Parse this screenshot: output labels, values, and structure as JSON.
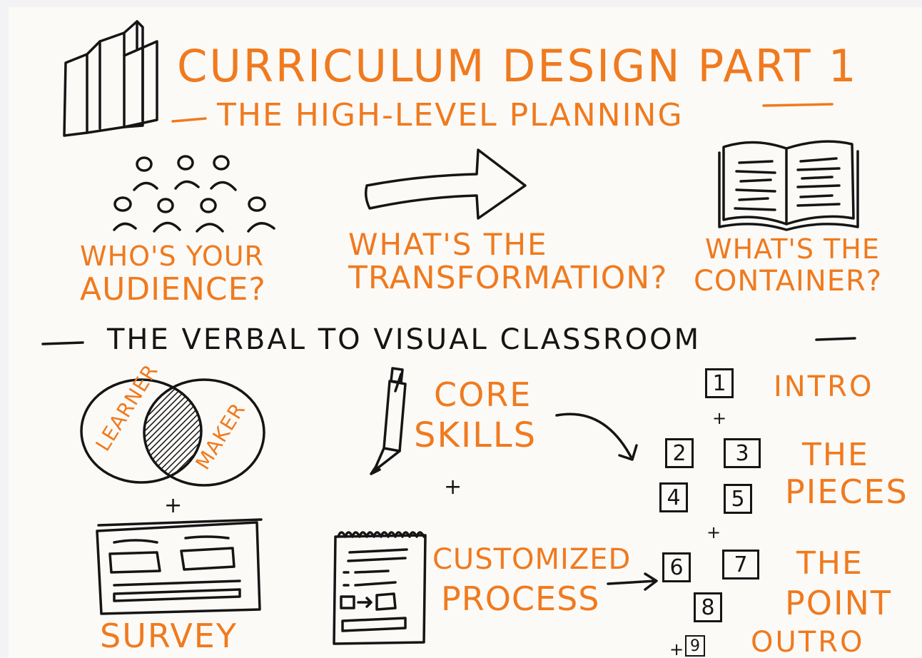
{
  "header": {
    "title": "CURRICULUM DESIGN PART 1",
    "subtitle": "THE HIGH-LEVEL PLANNING"
  },
  "questions": {
    "audience": [
      "WHO'S YOUR",
      "AUDIENCE?"
    ],
    "transformation": [
      "WHAT'S THE",
      "TRANSFORMATION?"
    ],
    "container": [
      "WHAT'S THE",
      "CONTAINER?"
    ]
  },
  "section_title": "THE VERBAL TO VISUAL CLASSROOM",
  "venn": {
    "left": "LEARNER",
    "right": "MAKER"
  },
  "survey_label": "SURVEY",
  "core_skills": [
    "CORE",
    "SKILLS"
  ],
  "customized_process": [
    "CUSTOMIZED",
    "PROCESS"
  ],
  "plus_sign": "+",
  "structure": {
    "boxes": [
      "1",
      "2",
      "3",
      "4",
      "5",
      "6",
      "7",
      "8",
      "9"
    ],
    "labels": {
      "intro": "INTRO",
      "pieces": [
        "THE",
        "PIECES"
      ],
      "point": [
        "THE",
        "POINT"
      ],
      "outro": "OUTRO"
    }
  },
  "colors": {
    "accent": "#f07a1e",
    "ink": "#151515",
    "board": "#fbfaf7"
  }
}
